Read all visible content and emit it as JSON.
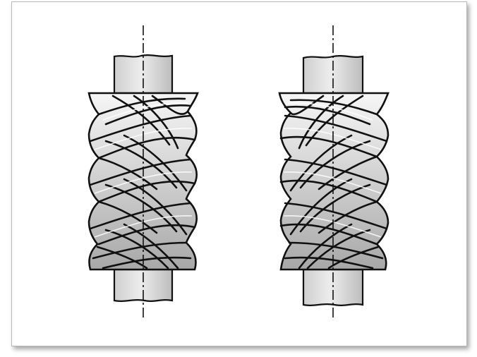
{
  "figure": {
    "subject": "twin-screw-rotors",
    "colors": {
      "outline": "#111111",
      "body_light": "#f4f4f4",
      "body_dark": "#a9a9a9",
      "shaft_light": "#e6e6e6",
      "shaft_dark": "#c4c4c4",
      "background": "#ffffff"
    },
    "rotors": [
      {
        "id": "left-rotor",
        "hand": "left",
        "lobes": 5
      },
      {
        "id": "right-rotor",
        "hand": "right",
        "lobes": 5
      }
    ]
  }
}
